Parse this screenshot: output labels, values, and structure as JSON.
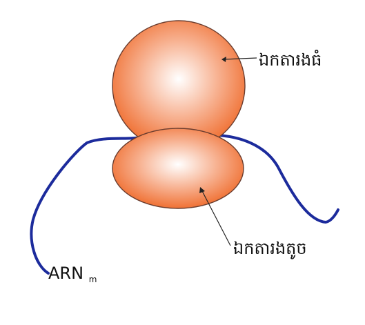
{
  "diagram": {
    "labels": {
      "large_subunit": "ឯកតារងធំ",
      "small_subunit": "ឯកតារងតូច",
      "mrna_main": "ARN",
      "mrna_sub": "m"
    },
    "colors": {
      "subunit_center": "#ffffff",
      "subunit_mid": "#f7b08f",
      "subunit_edge": "#ef6a2a",
      "subunit_outline": "#6a3d2f",
      "mrna_strand": "#1c2b9c",
      "pointer": "#222222"
    }
  }
}
